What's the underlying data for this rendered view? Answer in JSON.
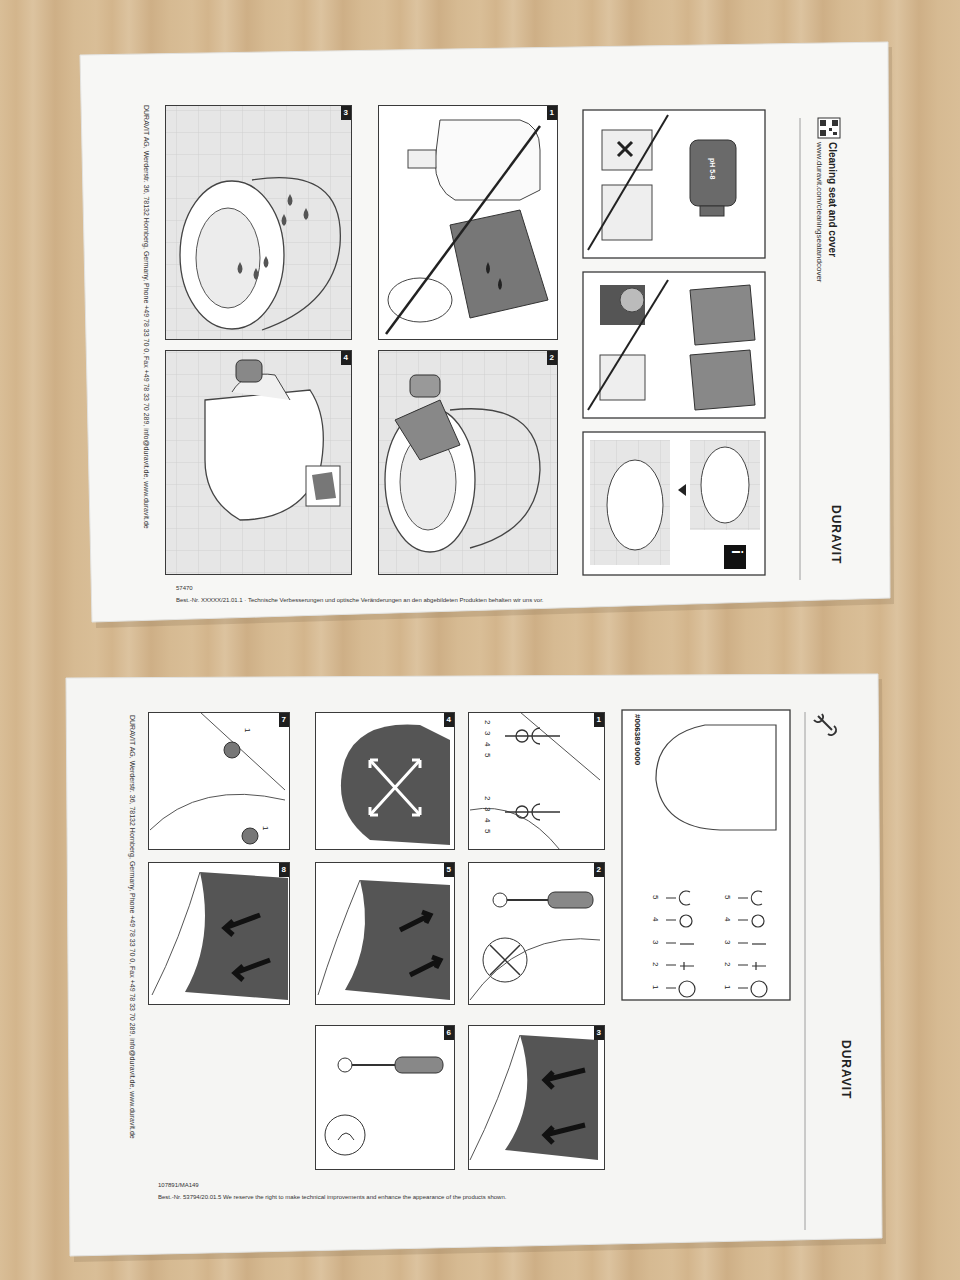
{
  "diagram": {
    "nodes": [
      {
        "text": [
          "1"
        ]
      },
      {
        "text": [
          "2"
        ]
      },
      {
        "text": [
          "3"
        ]
      },
      {
        "text": [
          "4"
        ]
      },
      {
        "text": [
          "1"
        ]
      },
      {
        "text": [
          "2"
        ]
      },
      {
        "text": [
          "3"
        ]
      },
      {
        "text": [
          "4"
        ]
      },
      {
        "text": [
          "5"
        ]
      },
      {
        "text": [
          "6"
        ]
      },
      {
        "text": [
          "7"
        ]
      },
      {
        "text": [
          "8"
        ]
      }
    ],
    "labels": [
      "Cleaning seat and cover",
      "www.duravit.com/cleaningseatandcover",
      "DURAVIT",
      "pH 5-8",
      "i",
      "DURAVIT AG, Werderstr. 36, 78132 Hornberg, Germany, Phone +49 78 33 70 0, Fax +49 78 33 70 289, info@duravit.de, www.duravit.de",
      "57470",
      "Best.-Nr. XXXXX/21.01.1 · Technische Verbesserungen und optische Veränderungen an den abgebildeten Produkten behalten wir uns vor.",
      "#006389 0000",
      "DURAVIT",
      "1",
      "2",
      "3",
      "4",
      "5",
      "1",
      "2",
      "3",
      "4",
      "5",
      "2",
      "3",
      "4",
      "5",
      "2",
      "3",
      "4",
      "5",
      "1",
      "1",
      "DURAVIT AG, Werderstr. 36, 78132 Hornberg, Germany, Phone +49 78 33 70 0, Fax +49 78 33 70 289, info@duravit.de, www.duravit.de",
      "107891/MA149",
      "Best.-Nr. 53794/20.01.5 We reserve the right to make technical improvements and enhance the appearance of the products shown."
    ]
  }
}
